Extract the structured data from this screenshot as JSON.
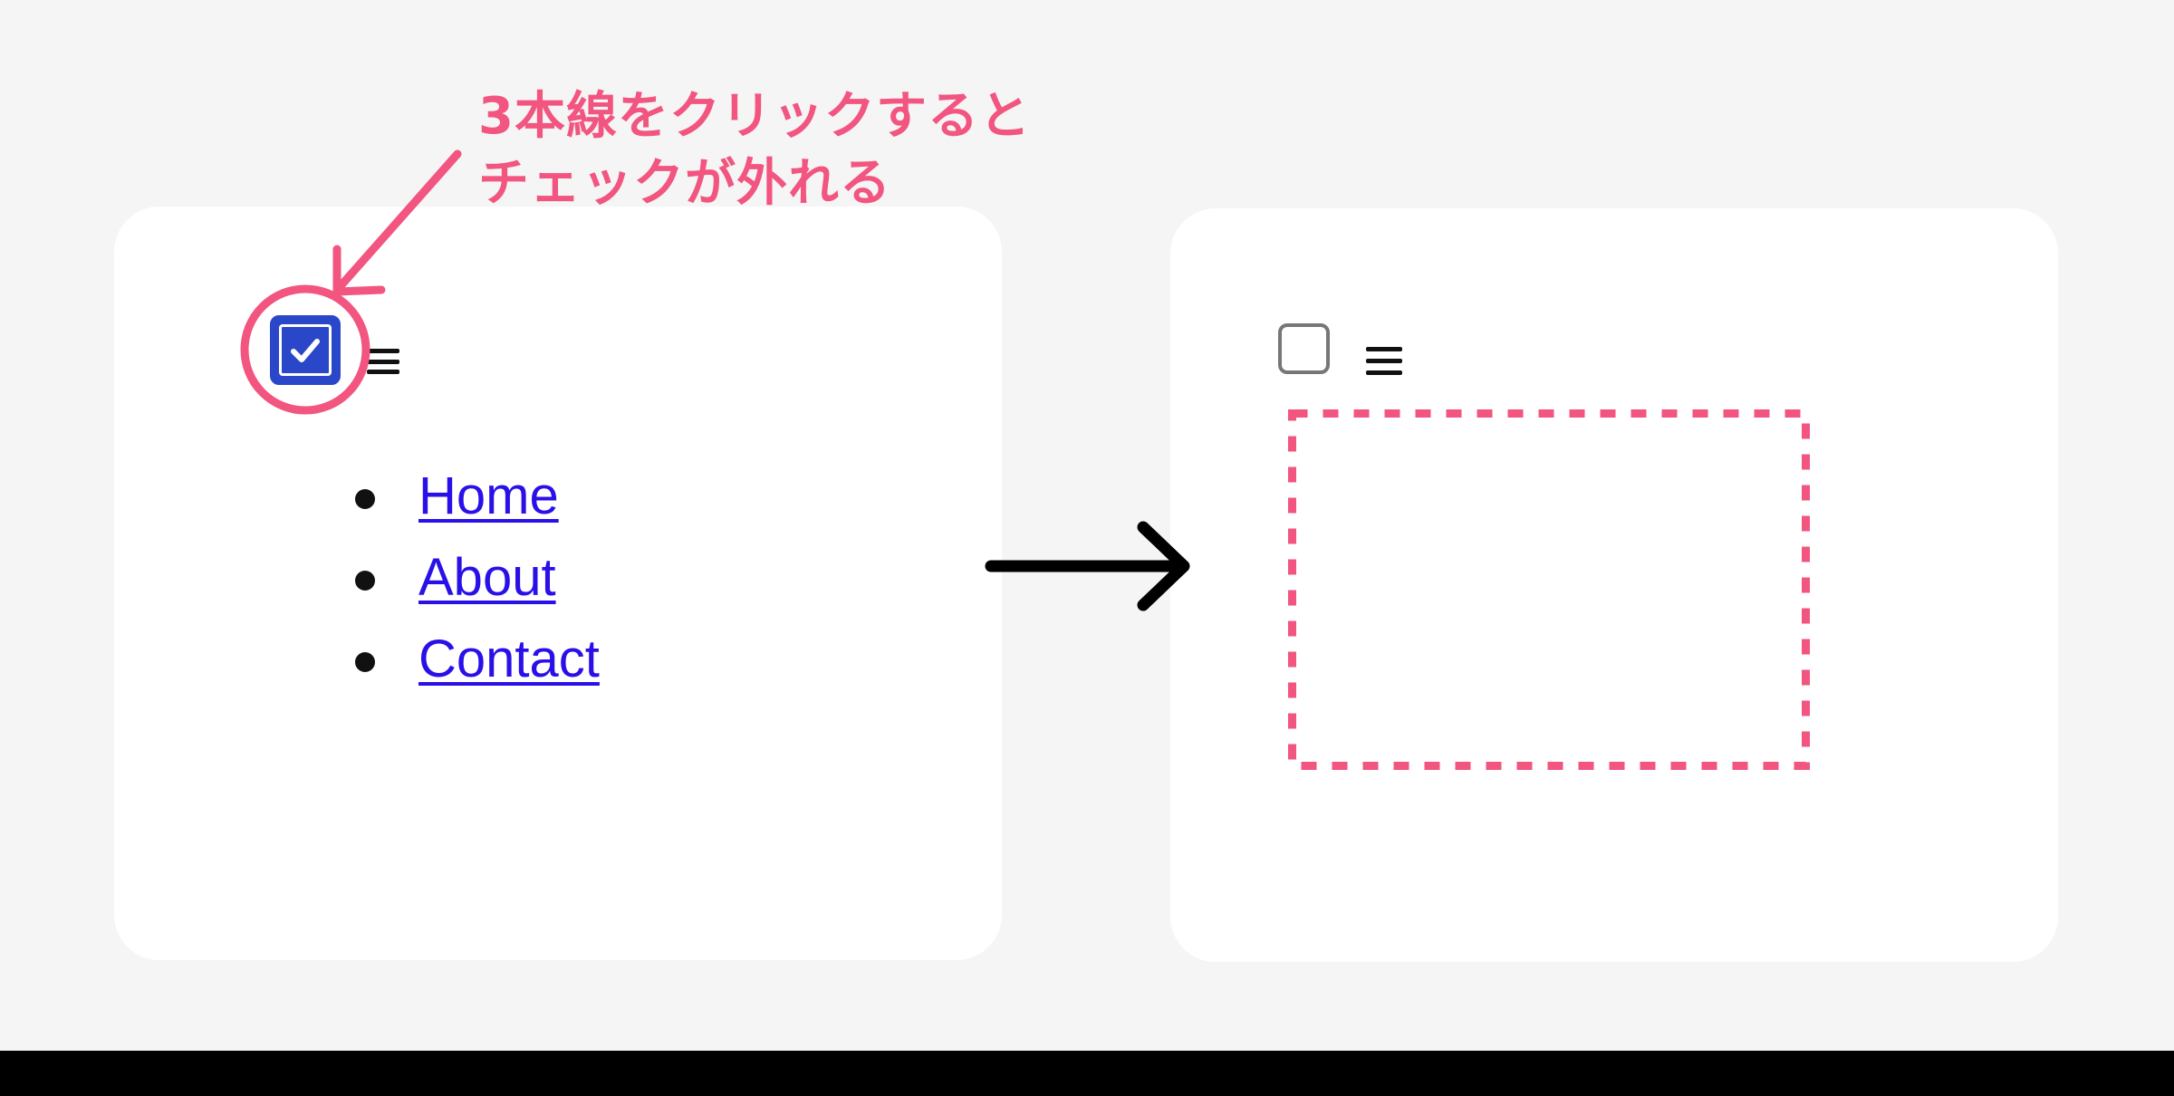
{
  "annotation": {
    "line1": "3本線をクリックすると",
    "line2": "チェックが外れる",
    "color": "#f2557f"
  },
  "before_panel": {
    "checkbox": {
      "state": "checked",
      "color": "#2b47c9",
      "icon": "check-icon"
    },
    "toggle_icon": "hamburger-icon",
    "menu_items": [
      {
        "label": "Home"
      },
      {
        "label": "About"
      },
      {
        "label": "Contact"
      }
    ],
    "link_color": "#2a10e8",
    "highlight": "circle-highlight"
  },
  "transition": {
    "icon": "arrow-right-icon"
  },
  "after_panel": {
    "checkbox": {
      "state": "unchecked"
    },
    "toggle_icon": "hamburger-icon",
    "hidden_menu_placeholder": "dashed-empty-area",
    "placeholder_color": "#f2557f"
  },
  "colors": {
    "background": "#f5f5f5",
    "card": "#ffffff",
    "accent": "#f2557f",
    "bottom_band": "#000000"
  }
}
